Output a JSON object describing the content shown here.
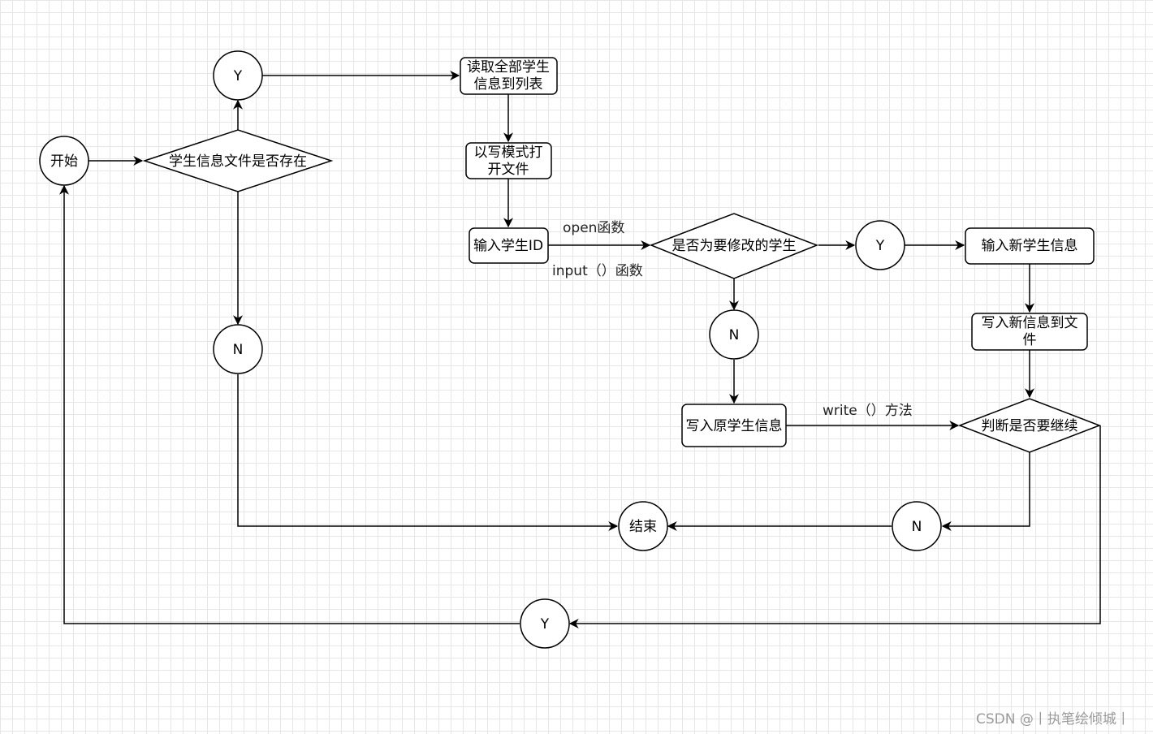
{
  "nodes": {
    "start": "开始",
    "exists_check": "学生信息文件是否存在",
    "y_exists": "Y",
    "n_exists": "N",
    "read_all": [
      "读取全部学生",
      "信息到列表"
    ],
    "open_write": [
      "以写模式打",
      "开文件"
    ],
    "input_id": "输入学生ID",
    "modify_check": "是否为要修改的学生",
    "y_modify": "Y",
    "n_modify": "N",
    "input_new": "输入新学生信息",
    "write_new": [
      "写入新信息到文",
      "件"
    ],
    "write_orig": "写入原学生信息",
    "continue_check": "判断是否要继续",
    "n_continue": "N",
    "end": "结束",
    "y_continue": "Y"
  },
  "edge_labels": {
    "open_func": "open函数",
    "input_func": "input（）函数",
    "write_method": "write（）方法"
  },
  "watermark": "CSDN @丨执笔绘倾城丨"
}
